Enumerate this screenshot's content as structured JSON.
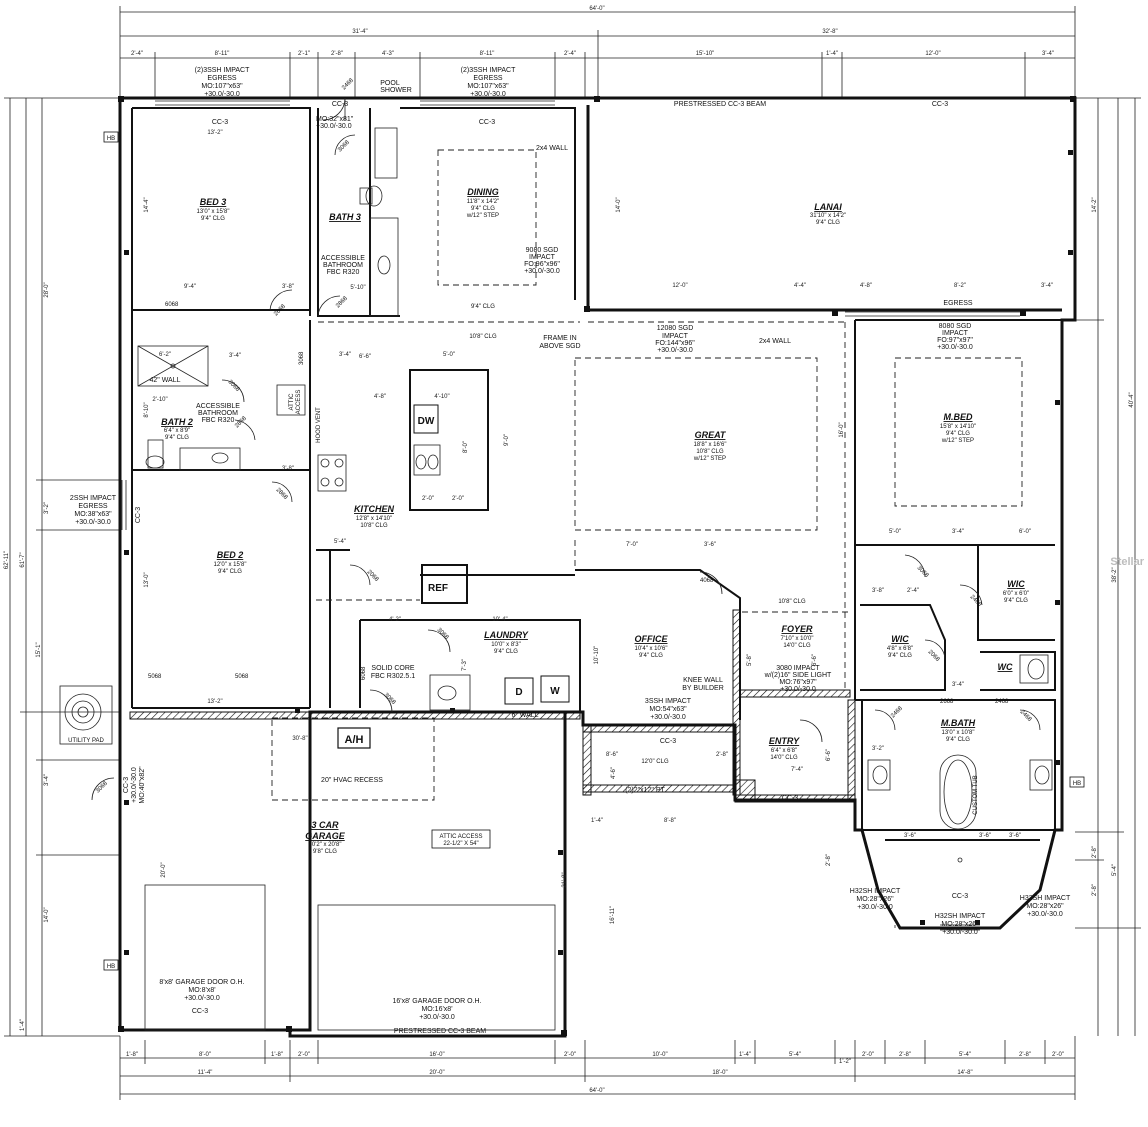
{
  "rooms": {
    "bed3": {
      "name": "BED 3",
      "size": "13'0\" x 15'8\"",
      "clg": "9'4\" CLG"
    },
    "bath3": {
      "name": "BATH 3"
    },
    "dining": {
      "name": "DINING",
      "size": "11'8\" x 14'2\"",
      "clg": "9'4\" CLG",
      "step": "w/12\" STEP"
    },
    "lanai": {
      "name": "LANAI",
      "size": "31'10\" x 14'2\"",
      "clg": "9'4\" CLG"
    },
    "bath2": {
      "name": "BATH 2",
      "size": "6'4\" x 8'9\"",
      "clg": "9'4\" CLG"
    },
    "great": {
      "name": "GREAT",
      "size": "18'8\" x 16'6\"",
      "clg": "10'8\" CLG",
      "step": "w/12\" STEP"
    },
    "mbed": {
      "name": "M.BED",
      "size": "15'8\" x 14'10\"",
      "clg": "9'4\" CLG",
      "step": "w/12\" STEP"
    },
    "kitchen": {
      "name": "KITCHEN",
      "size": "12'8\" x 14'10\"",
      "clg": "10'8\" CLG"
    },
    "bed2": {
      "name": "BED 2",
      "size": "12'0\" x 15'8\"",
      "clg": "9'4\" CLG"
    },
    "laundry": {
      "name": "LAUNDRY",
      "size": "10'0\" x 8'3\"",
      "clg": "9'4\" CLG"
    },
    "office": {
      "name": "OFFICE",
      "size": "10'4\" x 10'6\"",
      "clg": "9'4\" CLG"
    },
    "foyer": {
      "name": "FOYER",
      "size": "7'10\" x 10'0\"",
      "clg": "14'0\" CLG"
    },
    "entry": {
      "name": "ENTRY",
      "size": "6'4\" x 6'8\"",
      "clg": "14'0\" CLG"
    },
    "wic1": {
      "name": "WIC",
      "size": "6'0\" x 6'0\"",
      "clg": "9'4\" CLG"
    },
    "wic2": {
      "name": "WIC",
      "size": "4'8\" x 6'8\"",
      "clg": "9'4\" CLG"
    },
    "wc": {
      "name": "WC"
    },
    "mbath": {
      "name": "M.BATH",
      "size": "13'0\" x 10'8\"",
      "clg": "9'4\" CLG"
    },
    "garage": {
      "name": "3 CAR",
      "name2": "GARAGE",
      "size": "30'2\" x 20'8\"",
      "clg": "9'8\" CLG"
    }
  },
  "notes": {
    "w1": [
      "(2)3SSH IMPACT",
      "EGRESS",
      "MO:107\"x63\"",
      "+30.0/-30.0"
    ],
    "w2": [
      "(2)3SSH IMPACT",
      "EGRESS",
      "MO:107\"x63\"",
      "+30.0/-30.0"
    ],
    "door_top": [
      "MO:32\"x81\"",
      "+30.0/-30.0"
    ],
    "pool_shower": [
      "POOL",
      "SHOWER"
    ],
    "prestressed_top": "PRESTRESSED CC-3 BEAM",
    "prestressed_bottom": "PRESTRESSED CC-3 BEAM",
    "cc3": "CC-3",
    "wall_2x4": "2x4 WALL",
    "acc_bath3": [
      "ACCESSIBLE",
      "BATHROOM",
      "FBC R320"
    ],
    "sgd9080": [
      "9080 SGD",
      "IMPACT",
      "FO:96\"x96\"",
      "+30.0/-30.0"
    ],
    "frame_in": [
      "FRAME IN",
      "ABOVE SGD"
    ],
    "sgd12080": [
      "12080 SGD",
      "IMPACT",
      "FO:144\"x96\"",
      "+30.0/-30.0"
    ],
    "sgd8080": [
      "8080 SGD",
      "IMPACT",
      "FO:97\"x97\"",
      "+30.0/-30.0"
    ],
    "egress": "EGRESS",
    "clg_94": "9'4\" CLG",
    "clg_108": "10'8\" CLG",
    "acc_bath2": [
      "ACCESSIBLE",
      "BATHROOM",
      "FBC R320"
    ],
    "wall42": "42\" WALL",
    "attic_access_small": [
      "ATTIC",
      "ACCESS"
    ],
    "hood_vent": "HOOD VENT",
    "dw": "DW",
    "ref": "REF",
    "w2ssh": [
      "2SSH IMPACT",
      "EGRESS",
      "MO:38\"x63\"",
      "+30.0/-30.0"
    ],
    "solid_core": [
      "SOLID CORE",
      "FBC R302.5.1"
    ],
    "washer": "W",
    "dryer": "D",
    "knee_wall": [
      "KNEE WALL",
      "BY BUILDER"
    ],
    "w3ssh": [
      "3SSH IMPACT",
      "MO:54\"x63\"",
      "+30.0/-30.0"
    ],
    "door3080": [
      "3080 IMPACT",
      "w/(2)16\" SIDE LIGHT",
      "MO:76\"x97\"",
      "+30.0/-30.0"
    ],
    "wall6": "6\" WALL",
    "utility_pad": "UTILITY PAD",
    "ah": "A/H",
    "hvac_recess": "20\" HVAC RECESS",
    "attic_access_big": [
      "ATTIC ACCESS",
      "22-1/2\" X 54\""
    ],
    "pt": "(2)2\"x12\" PT",
    "clg_120": "12'0\" CLG",
    "custom_tub": "CUSTOM TUB",
    "h32_l": [
      "H32SH IMPACT",
      "MO:28\"x26\"",
      "+30.0/-30.0"
    ],
    "h32_c": [
      "H32SH IMPACT",
      "MO:28\"x26\"",
      "+30.0/-30.0"
    ],
    "h32_r": [
      "H32SH IMPACT",
      "MO:28\"x26\"",
      "+30.0/-30.0"
    ],
    "gd8": [
      "8'x8' GARAGE DOOR O.H.",
      "MO:8'x8'",
      "+30.0/-30.0"
    ],
    "gd16": [
      "16'x8' GARAGE DOOR O.H.",
      "MO:16'x8'",
      "+30.0/-30.0"
    ],
    "door_side": [
      "CC-3",
      "+30.0/-30.0",
      "MO:40\"x82\""
    ],
    "hb": "HB"
  },
  "doors": {
    "d2468a": "2468",
    "d3068a": "3068",
    "d2868a": "2868",
    "d2868b": "2868",
    "d3068b": "3068",
    "d2868c": "2868",
    "d2868d": "2868",
    "d2068": "2068",
    "d3068c": "3068",
    "d6068": "6068",
    "d3068d": "3068",
    "d4068": "4068",
    "d3068e": "3068",
    "d2468b": "2468",
    "d2668": "2668",
    "d2468c": "2468",
    "d2068b": "2068",
    "d3068f": "3068",
    "d6068b": "6068",
    "d5068a": "5068",
    "d5068b": "5068",
    "d3068g": "3068"
  },
  "dims": {
    "overall_top": "64'-0\"",
    "top_left_half": "31'-4\"",
    "top_right_half": "32'-8\"",
    "top_segments": [
      "2'-4\"",
      "8'-11\"",
      "2'-1\"",
      "2'-8\"",
      "4'-3\"",
      "8'-11\"",
      "2'-4\"",
      "15'-10\"",
      "1'-4\"",
      "12'-0\"",
      "3'-4\""
    ],
    "overall_bottom": "64'-0\"",
    "bottom_mid": [
      "11'-4\"",
      "20'-0\"",
      "18'-0\"",
      "14'-8\""
    ],
    "bottom_segments": [
      "1'-8\"",
      "8'-0\"",
      "1'-8\"",
      "2'-0\"",
      "16'-0\"",
      "2'-0\"",
      "10'-0\"",
      "1'-4\"",
      "5'-4\"",
      "1'-2\"",
      "2'-0\"",
      "2'-8\"",
      "5'-4\"",
      "2'-8\"",
      "2'-0\""
    ],
    "left_overall": "62'-11\"",
    "left_parts": [
      "61'-7\"",
      "15'-1\"",
      "1'-4\""
    ],
    "left_inner": [
      "28'-0\"",
      "3'-2\"",
      "3'-4\"",
      "20'-0\"",
      "14'-0\""
    ],
    "right_overall": "40'-4\"",
    "right_parts": [
      "38'-2\"",
      "5'-4\""
    ],
    "right_inner": [
      "14'-2\"",
      "2'-8\"",
      "2'-8\""
    ],
    "interior": [
      "13'-2\"",
      "14'-4\"",
      "9'-4\"",
      "3'-8\"",
      "5'-10\"",
      "6'-2\"",
      "3'-4\"",
      "3'-4\"",
      "2'-10\"",
      "8'-10\"",
      "3'-8\"",
      "6'-6\"",
      "5'-0\"",
      "4'-8\"",
      "4'-10\"",
      "8'-0\"",
      "2'-0\"",
      "2'-0\"",
      "9'-0\"",
      "12'-0\"",
      "4'-4\"",
      "4'-8\"",
      "8'-2\"",
      "3'-4\"",
      "5'-0\"",
      "3'-4\"",
      "6'-0\"",
      "7'-0\"",
      "3'-6\"",
      "10'-4\"",
      "4'-2\"",
      "5'-4\"",
      "7'-3\"",
      "10'-10\"",
      "5'-8\"",
      "6'-6\"",
      "3'-8\"",
      "2'-4\"",
      "3'-4\"",
      "8'-6\"",
      "2'-8\"",
      "3'-2\"",
      "7'-4\"",
      "6'-6\"",
      "3'-6\"",
      "3'-6\"",
      "3'-6\"",
      "4'-6\"",
      "21'-8\"",
      "16'-11\"",
      "8'-8\"",
      "1'-4\"",
      "30'-8\"",
      "13'-2\"",
      "13'-0\"",
      "16'-0\"",
      "14'-0\"",
      "2'-8\""
    ]
  }
}
